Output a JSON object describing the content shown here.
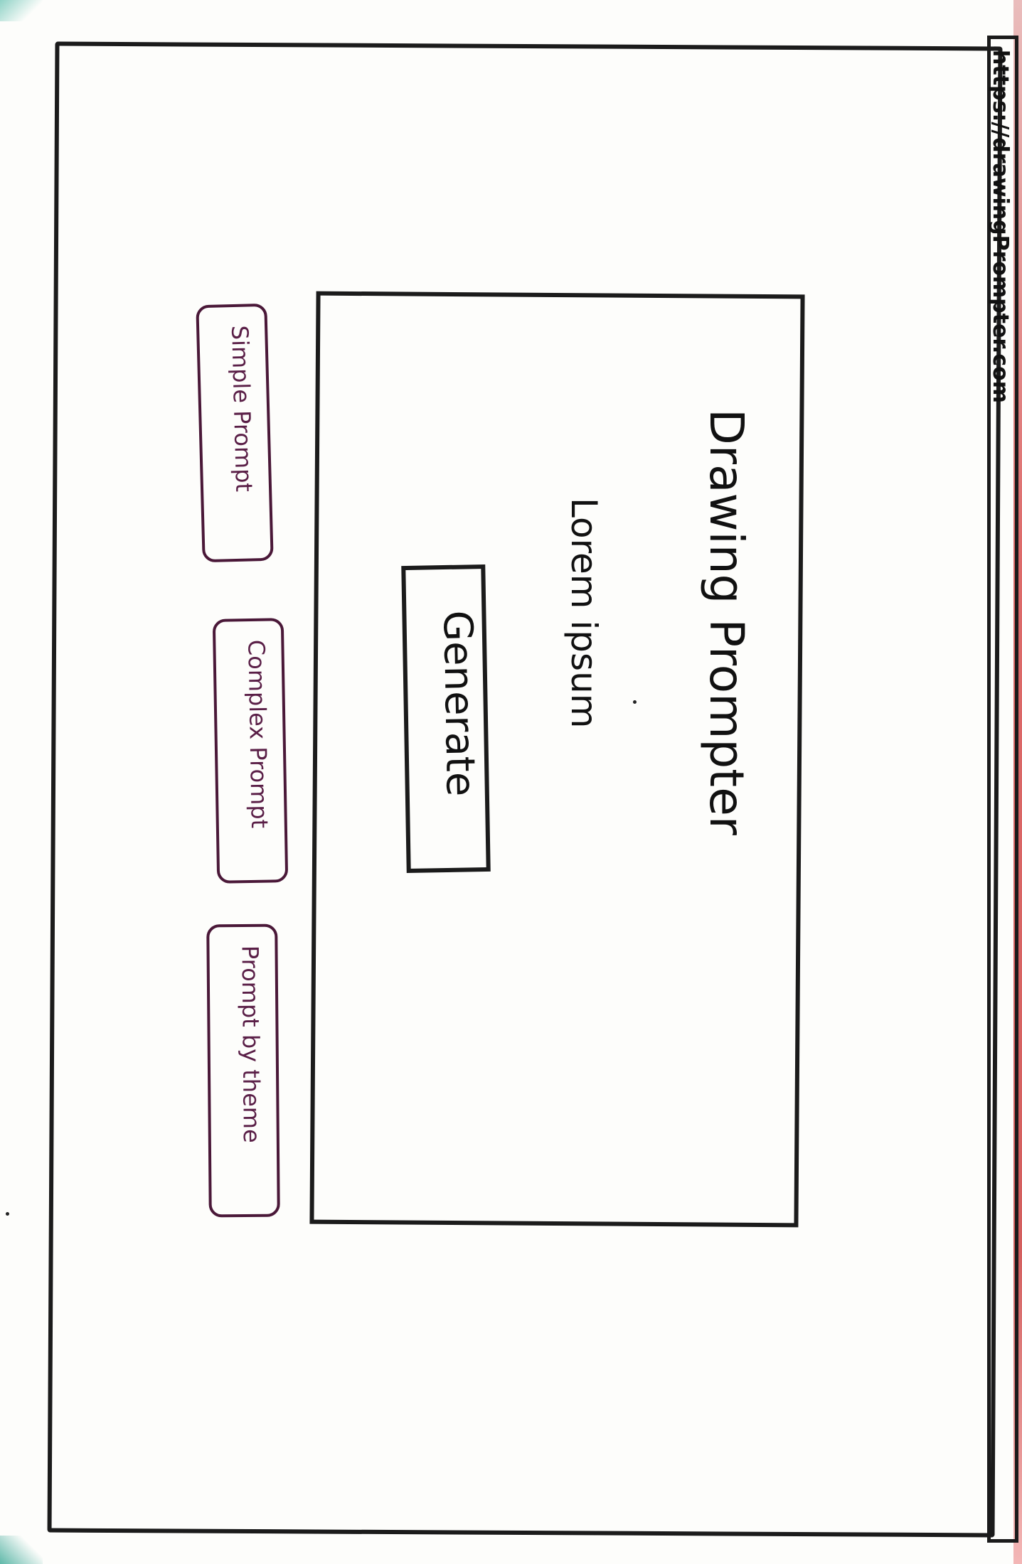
{
  "browser": {
    "url": "https://drawingPrompter.com"
  },
  "main": {
    "title": "Drawing Prompter",
    "subtitle": "Lorem ipsum",
    "generate_label": "Generate"
  },
  "prompt_buttons": [
    {
      "label": "Simple Prompt"
    },
    {
      "label": "Complex Prompt"
    },
    {
      "label": "Prompt by theme"
    }
  ],
  "colors": {
    "ink": "#1b1b1b",
    "button_ink": "#4a1838"
  }
}
